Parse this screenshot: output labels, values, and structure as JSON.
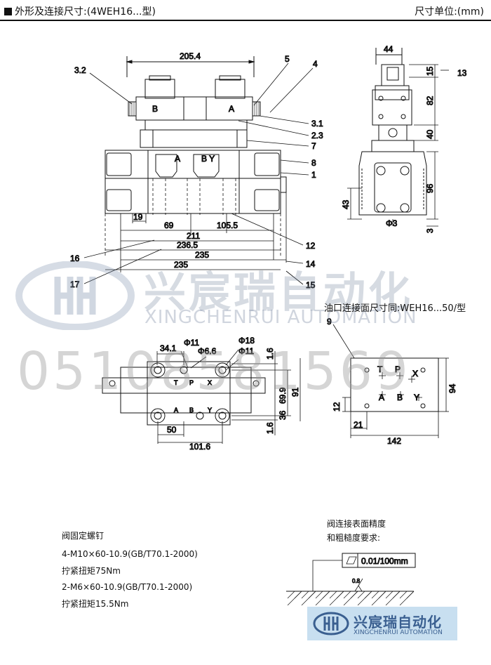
{
  "header": {
    "title": "外形及连接尺寸:(4WEH16...型)",
    "unit_label": "尺寸单位:(mm)"
  },
  "front_view": {
    "dims": [
      "205.4",
      "19",
      "69",
      "105.5",
      "211",
      "236.5",
      "235",
      "235"
    ],
    "port_labels": [
      "B",
      "A",
      "A",
      "B Y"
    ]
  },
  "side_view": {
    "dims": [
      "44",
      "15",
      "82",
      "40",
      "96",
      "43",
      "3"
    ],
    "hole_label": "Φ3"
  },
  "callouts": [
    "3.2",
    "5",
    "4",
    "3.1",
    "2.3",
    "7",
    "8",
    "1",
    "12",
    "16",
    "14",
    "17",
    "15",
    "13",
    "9"
  ],
  "top_view": {
    "dims": [
      "34.1",
      "Φ11",
      "Φ6.6",
      "Φ18",
      "Φ11",
      "1.6",
      "69.9",
      "91",
      "36",
      "1.6",
      "50",
      "101.6"
    ],
    "port_labels": [
      "T",
      "P",
      "X",
      "A",
      "B",
      "Y"
    ]
  },
  "port_face": {
    "title": "油口连接面尺寸同:WEH16...50/型",
    "dims": [
      "94",
      "12",
      "21",
      "142"
    ],
    "port_labels": [
      "T",
      "P",
      "X",
      "A",
      "B",
      "Y"
    ]
  },
  "bolts_note": {
    "title": "阀固定螺钉",
    "lines": [
      "4-M10×60-10.9(GB/T70.1-2000)",
      "拧紧扭矩75Nm",
      "2-M6×60-10.9(GB/T70.1-2000)",
      "拧紧扭矩15.5Nm"
    ]
  },
  "surface_note": {
    "lines": [
      "阀连接表面精度",
      "和粗糙度要求:"
    ],
    "flatness": "0.01/100mm",
    "roughness": "0.8"
  },
  "watermark": {
    "brand_cn": "兴宸瑞自动化",
    "brand_en": "XINGCHENRUI AUTOMATION",
    "phone": "05108581569"
  },
  "colors": {
    "line": "#111111",
    "watermark": "#8a9ab2",
    "badge_bg": "#c8dff0",
    "badge_text": "#3a5f90"
  }
}
